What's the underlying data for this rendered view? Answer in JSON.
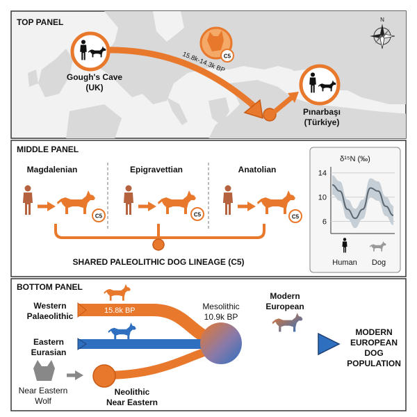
{
  "colors": {
    "orange": "#e8782c",
    "orange_dark": "#c85a14",
    "blue": "#2f6fc0",
    "blue_dark": "#1d3f73",
    "human_brown": "#b4633e",
    "gray_wolf": "#8a8a8a",
    "map_land": "#d9d9d9",
    "map_sea": "#f2f2f2",
    "chart_band": "#c7cfd6",
    "chart_line": "#5a6670"
  },
  "top": {
    "title": "TOP PANEL",
    "site1_name": "Gough's Cave",
    "site1_country": "(UK)",
    "site2_name": "Pınarbaşı",
    "site2_country": "(Türkiye)",
    "date_label": "15.8k-14.3k BP",
    "badge": "C5",
    "compass_n": "N",
    "icons": [
      "human-icon",
      "dog-icon",
      "compass-icon"
    ]
  },
  "middle": {
    "title": "MIDDLE PANEL",
    "groups": [
      {
        "label": "Magdalenian",
        "badge": "C5"
      },
      {
        "label": "Epigravettian",
        "badge": "C5"
      },
      {
        "label": "Anatolian",
        "badge": "C5"
      }
    ],
    "lineage_label": "SHARED PALEOLITHIC DOG LINEAGE (C5)"
  },
  "chart_data": {
    "type": "line",
    "title": "δ¹⁵N (‰)",
    "yticks": [
      "14",
      "10",
      "6"
    ],
    "ylim": [
      4,
      15
    ],
    "x": [
      0,
      1,
      2,
      3,
      4,
      5,
      6,
      7,
      8
    ],
    "series": [
      {
        "values": [
          12.0,
          11.0,
          8.0,
          6.5,
          8.0,
          11.5,
          11.0,
          8.5,
          7.0
        ],
        "band": 1.6
      }
    ],
    "categories": [
      "Human",
      "Dog"
    ],
    "grid": true
  },
  "bottom": {
    "title": "BOTTOM PANEL",
    "western_line1": "Western",
    "western_line2": "Palaeolithic",
    "western_date": "15.8k BP",
    "eastern_line1": "Eastern",
    "eastern_line2": "Eurasian",
    "mesolithic": "Mesolithic",
    "mesolithic_date": "10.9k BP",
    "modern_line1": "Modern",
    "modern_line2": "European",
    "population_line1": "MODERN",
    "population_line2": "EUROPEAN",
    "population_line3": "DOG",
    "population_line4": "POPULATION",
    "wolf_line1": "Near Eastern",
    "wolf_line2": "Wolf",
    "neolithic_line1": "Neolithic",
    "neolithic_line2": "Near Eastern"
  }
}
